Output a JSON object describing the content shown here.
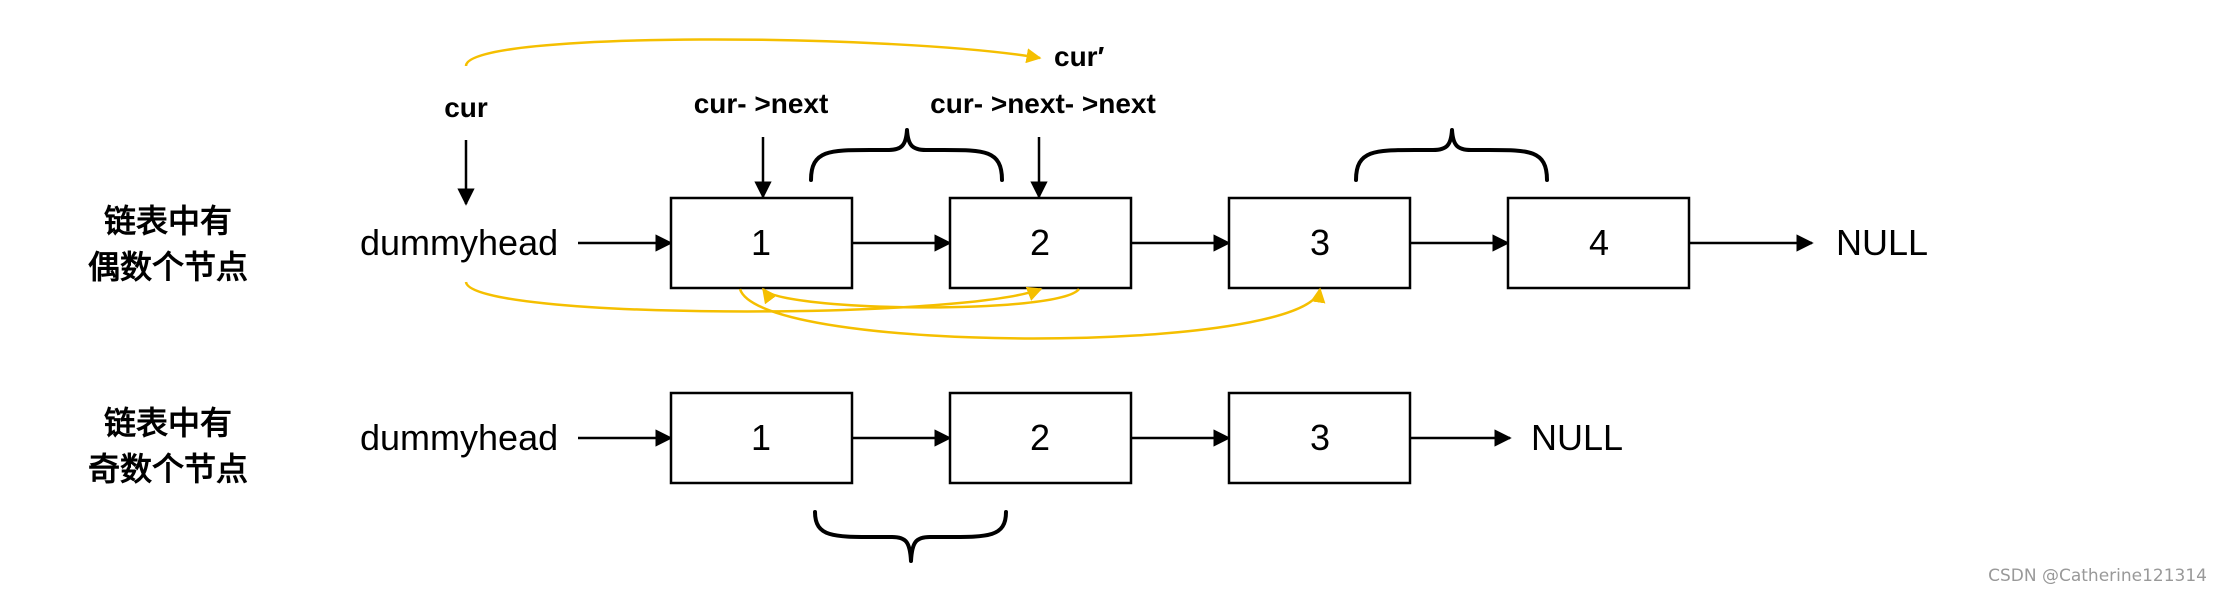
{
  "colors": {
    "swap_arrow": "#F5BF00",
    "line": "#000000",
    "watermark": "#999999"
  },
  "even_row": {
    "label_line1": "链表中有",
    "label_line2": "偶数个节点",
    "head": "dummyhead",
    "nodes": [
      "1",
      "2",
      "3",
      "4"
    ],
    "tail": "NULL",
    "pointers": {
      "cur": "cur",
      "cur_prime": "cur′",
      "cur_next": "cur- >next",
      "cur_next_next": "cur- >next- >next"
    }
  },
  "odd_row": {
    "label_line1": "链表中有",
    "label_line2": "奇数个节点",
    "head": "dummyhead",
    "nodes": [
      "1",
      "2",
      "3"
    ],
    "tail": "NULL"
  },
  "watermark": "CSDN @Catherine121314"
}
